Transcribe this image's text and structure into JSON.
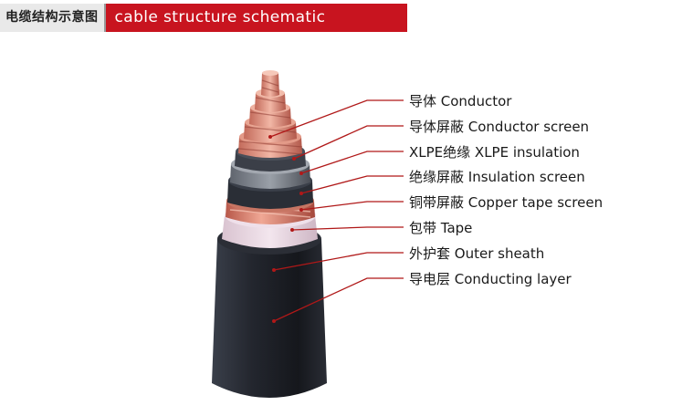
{
  "header": {
    "title_zh": "电缆结构示意图",
    "title_en": "cable structure schematic diagrams"
  },
  "layers": [
    {
      "label": "导体 Conductor"
    },
    {
      "label": "导体屏蔽 Conductor screen"
    },
    {
      "label": "XLPE绝缘 XLPE insulation"
    },
    {
      "label": "绝缘屏蔽 Insulation screen"
    },
    {
      "label": "铜带屏蔽 Copper tape screen"
    },
    {
      "label": "包带 Tape"
    },
    {
      "label": "外护套 Outer sheath"
    },
    {
      "label": "导电层 Conducting layer"
    }
  ],
  "colors": {
    "leader": "#b01818",
    "title_bg": "#c8141f",
    "sheath": "#1d2027",
    "copper": "#d9806a",
    "tape": "#ead7e2",
    "insulation": "#8a9099"
  }
}
